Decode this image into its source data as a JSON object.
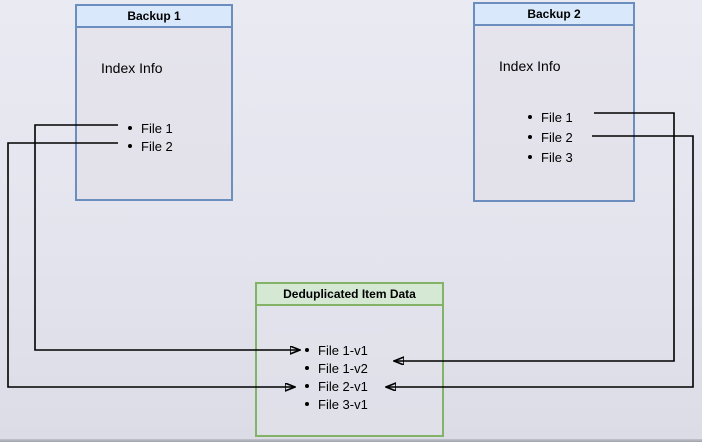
{
  "diagram": {
    "boxes": {
      "backup1": {
        "title": "Backup 1",
        "subtitle": "Index Info",
        "items": [
          "File 1",
          "File 2"
        ]
      },
      "backup2": {
        "title": "Backup 2",
        "subtitle": "Index Info",
        "items": [
          "File 1",
          "File 2",
          "File 3"
        ]
      },
      "dedup": {
        "title": "Deduplicated Item Data",
        "items": [
          "File 1-v1",
          "File 1-v2",
          "File 2-v1",
          "File 3-v1"
        ]
      }
    },
    "connections": [
      {
        "from": "Backup 1 / File 1",
        "to": "Deduplicated Item Data / File 1-v1"
      },
      {
        "from": "Backup 1 / File 2",
        "to": "Deduplicated Item Data / File 2-v1"
      },
      {
        "from": "Backup 2 / File 1",
        "to": "Deduplicated Item Data / File 1-v2"
      },
      {
        "from": "Backup 2 / File 2",
        "to": "Deduplicated Item Data / File 2-v1"
      }
    ]
  },
  "colors": {
    "blue_border": "#6c8ebf",
    "blue_fill": "#dae8fc",
    "green_border": "#82b366",
    "green_fill": "#d5e8d4",
    "line": "#000000"
  }
}
